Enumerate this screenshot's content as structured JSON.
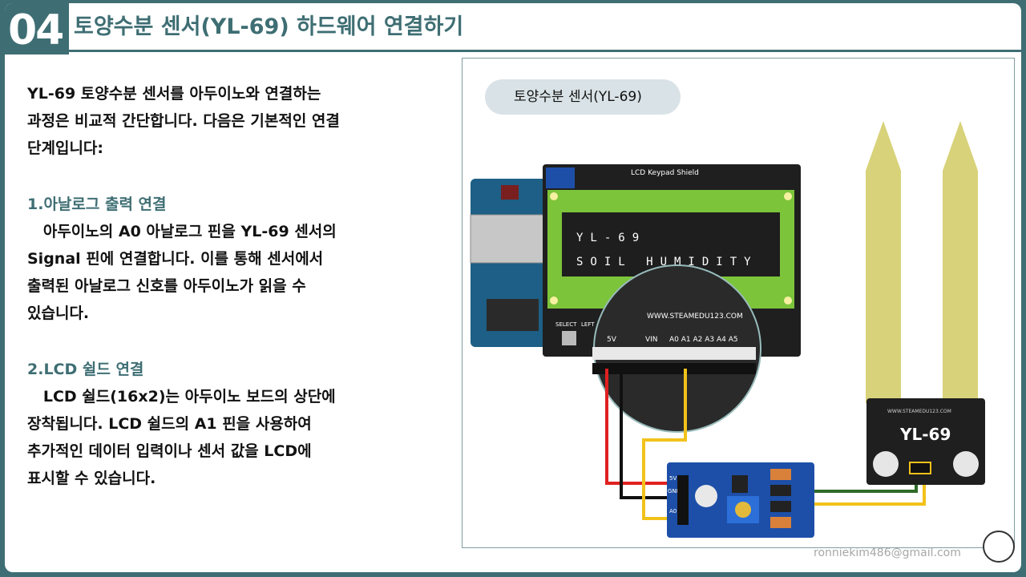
{
  "header": {
    "number": "04",
    "title": "토양수분 센서(YL-69) 하드웨어 연결하기"
  },
  "left": {
    "intro": [
      "YL-69 토양수분 센서를 아두이노와 연결하는",
      "과정은 비교적 간단합니다. 다음은 기본적인 연결",
      "단계입니다:"
    ],
    "step1_title": "1.아날로그 출력 연결",
    "step1_lines": [
      "   아두이노의 A0 아날로그 핀을 YL-69 센서의",
      "Signal 핀에 연결합니다. 이를 통해 센서에서",
      "출력된 아날로그 신호를 아두이노가 읽을 수",
      "있습니다."
    ],
    "step2_title": "2.LCD 쉴드 연결",
    "step2_lines": [
      "   LCD 쉴드(16x2)는 아두이노 보드의 상단에",
      "장착됩니다. LCD 쉴드의 A1 핀을 사용하여",
      "추가적인 데이터 입력이나 센서 값을 LCD에",
      "표시할 수 있습니다."
    ]
  },
  "diagram": {
    "label": "토양수분 센서(YL-69)",
    "shield_label": "LCD Keypad Shield",
    "lcd_line1": "YL-69",
    "lcd_line2": "SOIL HUMIDITY",
    "brand_url": "WWW.STEAMEDU123.COM",
    "pin_5v": "5V",
    "pin_vin": "VIN",
    "pins_analog": "A0 A1 A2 A3 A4 A5",
    "btn_select": "SELECT",
    "btn_left": "LEFT",
    "probe_name": "YL-69",
    "probe_url": "WWW.STEAMEDU123.COM",
    "module_5v": "5V",
    "module_gnd": "GND",
    "module_a0": "A0",
    "colors": {
      "wire_red": "#e02020",
      "wire_black": "#111111",
      "wire_yellow": "#f2c21b",
      "wire_green": "#2f6b2a",
      "board": "#1f1f1f",
      "pcb_blue": "#1d4fa8",
      "lcd_green": "#7cc43a",
      "probe_gold": "#d8d27a"
    }
  },
  "footer": {
    "email": "ronniekim486@gmail.com"
  }
}
